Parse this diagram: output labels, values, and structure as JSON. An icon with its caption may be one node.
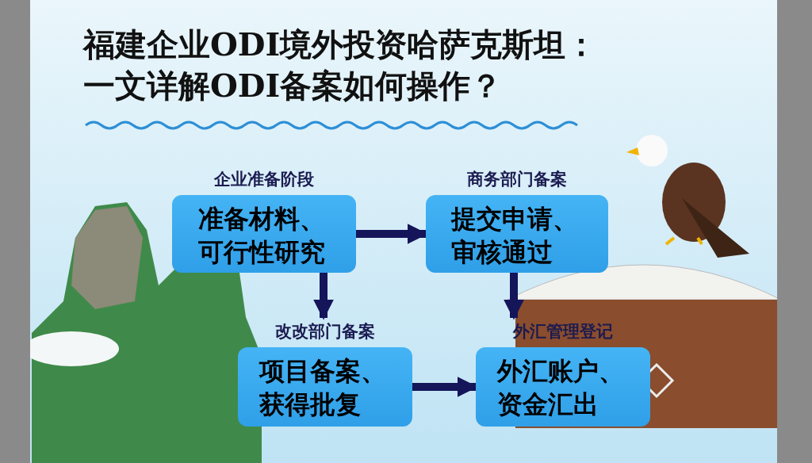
{
  "diagram": {
    "title": "福建企业ODI境外投资哈萨克斯坦：一文详解ODI备案如何操作？",
    "nodes": [
      {
        "text": [
          "企业准备阶段",
          "准备材料、可行性研究"
        ]
      },
      {
        "text": [
          "商务部门备案",
          "提交申请、审核通过"
        ]
      },
      {
        "text": [
          "改改部门备案",
          "项目备案、获得批复"
        ]
      },
      {
        "text": [
          "外汇管理登记",
          "外汇账户、资金汇出"
        ]
      }
    ],
    "edges": [
      {
        "from": 0,
        "to": 1,
        "arrow": "to"
      },
      {
        "from": 0,
        "to": 2,
        "arrow": "to"
      },
      {
        "from": 1,
        "to": 3,
        "arrow": "to"
      },
      {
        "from": 2,
        "to": 3,
        "arrow": "to"
      }
    ]
  }
}
